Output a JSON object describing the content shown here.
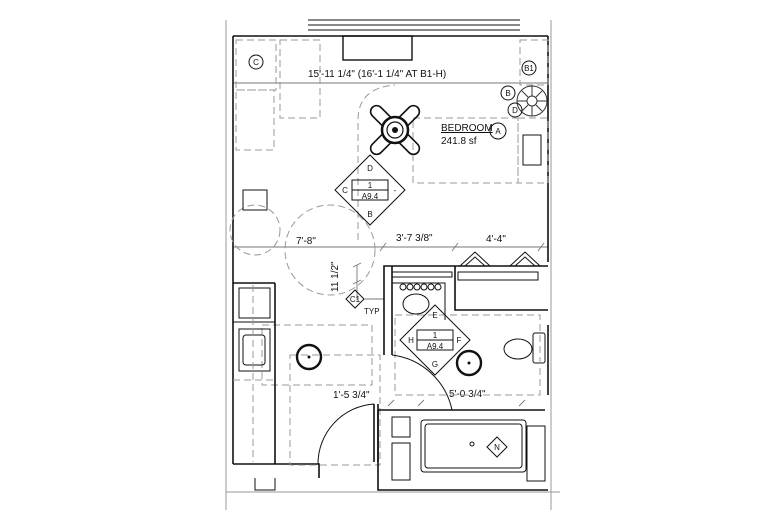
{
  "room": {
    "name": "BEDROOM",
    "area": "241.8 sf"
  },
  "dimensions": {
    "overall_width": "15'-11 1/4\" (16'-1 1/4\" AT B1-H)",
    "left_span": "7'-8\"",
    "mid_span": "3'-7 3/8\"",
    "right_span": "4'-4\"",
    "vertical": "11 1/2\"",
    "bath_left": "1'-5 3/4\"",
    "bath_right": "5'-0 3/4\""
  },
  "tags": {
    "c": "C",
    "b1": "B1",
    "b": "B",
    "d": "D",
    "a": "A",
    "c1": "C1",
    "typ": "TYP",
    "n": "N"
  },
  "section_marker_1": {
    "top": "D",
    "left": "C",
    "right": "-",
    "bottom": "B",
    "number": "1",
    "sheet": "A9.4"
  },
  "section_marker_2": {
    "top": "E",
    "left": "H",
    "right": "F",
    "bottom": "G",
    "number": "1",
    "sheet": "A9.4"
  }
}
